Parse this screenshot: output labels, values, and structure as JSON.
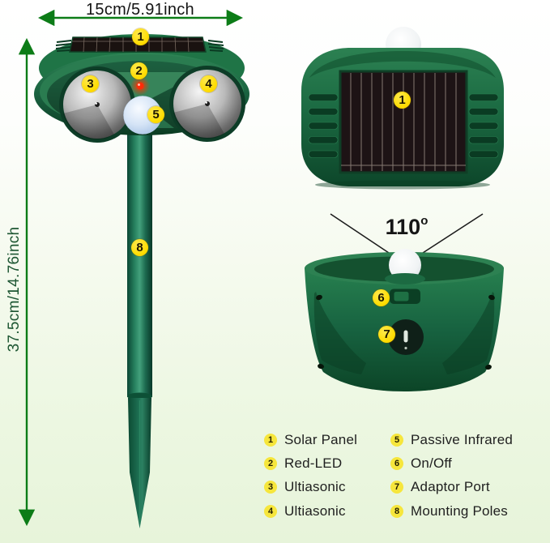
{
  "dimensions": {
    "width": "15cm/5.91inch",
    "height": "37.5cm/14.76inch"
  },
  "detection_angle": {
    "value": "110",
    "sup": "o"
  },
  "callouts": {
    "solar_panel": "1",
    "red_led": "2",
    "ultrasonic_left": "3",
    "ultrasonic_right": "4",
    "pir": "5",
    "on_off": "6",
    "adaptor_port": "7",
    "mounting_pole": "8",
    "solar_panel_back": "1"
  },
  "legend": {
    "col1": [
      {
        "num": "1",
        "label": "Solar Panel"
      },
      {
        "num": "2",
        "label": "Red-LED"
      },
      {
        "num": "3",
        "label": "Ultiasonic"
      },
      {
        "num": "4",
        "label": "Ultiasonic"
      }
    ],
    "col2": [
      {
        "num": "5",
        "label": "Passive Infrared"
      },
      {
        "num": "6",
        "label": "On/Off"
      },
      {
        "num": "7",
        "label": "Adaptor Port"
      },
      {
        "num": "8",
        "label": "Mounting Poles"
      }
    ]
  },
  "colors": {
    "device_green": "#1b6f45",
    "device_green_dark": "#0c3f26",
    "badge_yellow": "#ffdc00",
    "legend_badge_yellow": "#f6e63c",
    "arrow_green": "#0c7c17",
    "led_red": "#ff2b08",
    "pir_blue": "#b6cdec",
    "solar_panel_dark": "#1d1315"
  }
}
